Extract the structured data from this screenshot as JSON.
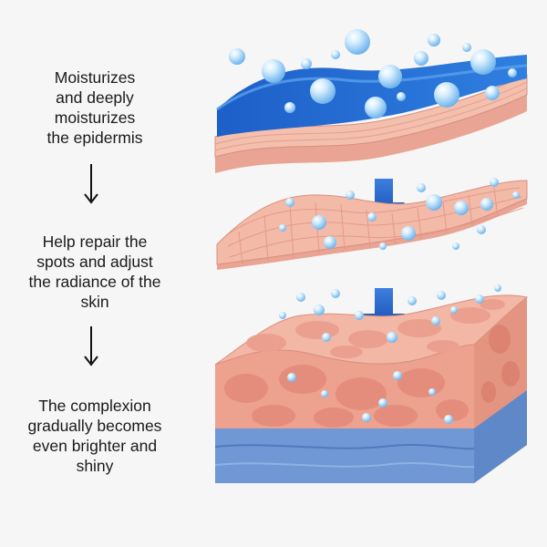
{
  "steps": [
    {
      "text": "Moisturizes\nand deeply\nmoisturizes\nthe epidermis"
    },
    {
      "text": "Help repair the\nspots and adjust\nthe radiance of the\nskin"
    },
    {
      "text": "The complexion\ngradually becomes\neven brighter and\nshiny"
    }
  ],
  "icons": {
    "step_arrow": "down-arrow-icon",
    "flow_arrow": "blue-down-arrow-icon",
    "bubble": "water-droplet-icon"
  },
  "colors": {
    "background": "#f6f6f6",
    "water_blue": "#1f6ad0",
    "skin_pink": "#f2b6a4",
    "skin_dark": "#e8877a",
    "dermis_blue": "#6e98d6",
    "arrow_blue": "#1450b8",
    "bubble": "#9fd0f3"
  }
}
